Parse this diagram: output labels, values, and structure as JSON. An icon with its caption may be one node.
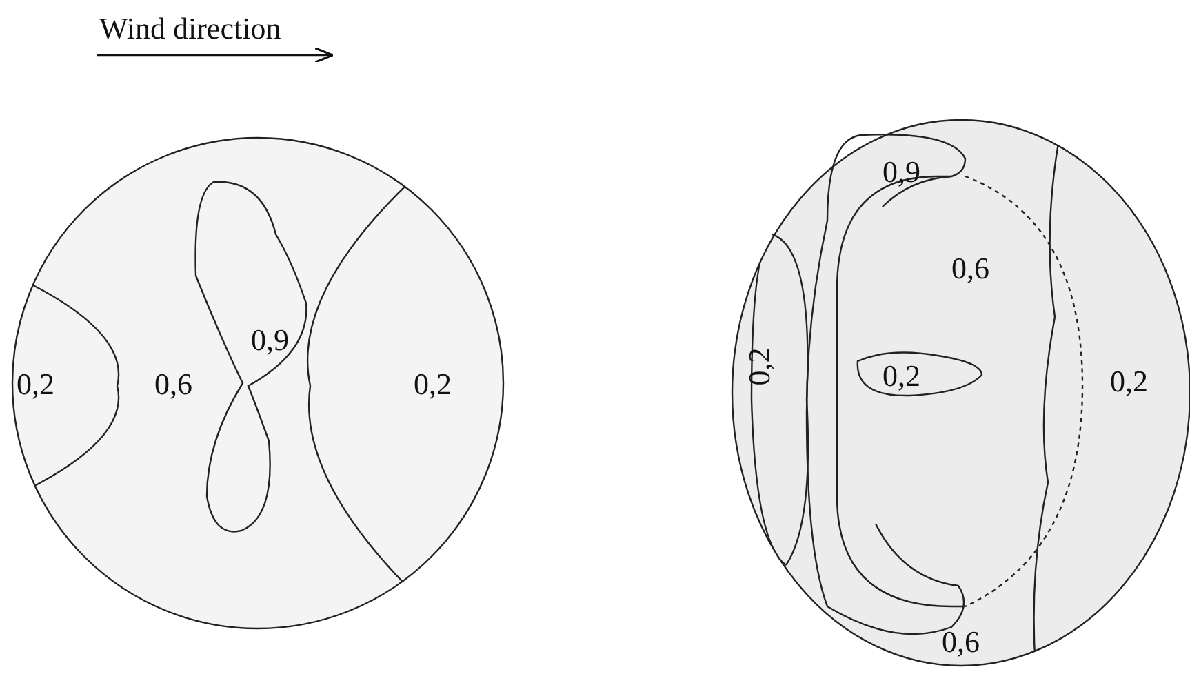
{
  "diagram": {
    "labels": [
      "Wind direction",
      "0,2",
      "0,6",
      "0,9",
      "0,2",
      "0,9",
      "0,6",
      "0,2",
      "0,2",
      "0,2",
      "0,6"
    ]
  }
}
